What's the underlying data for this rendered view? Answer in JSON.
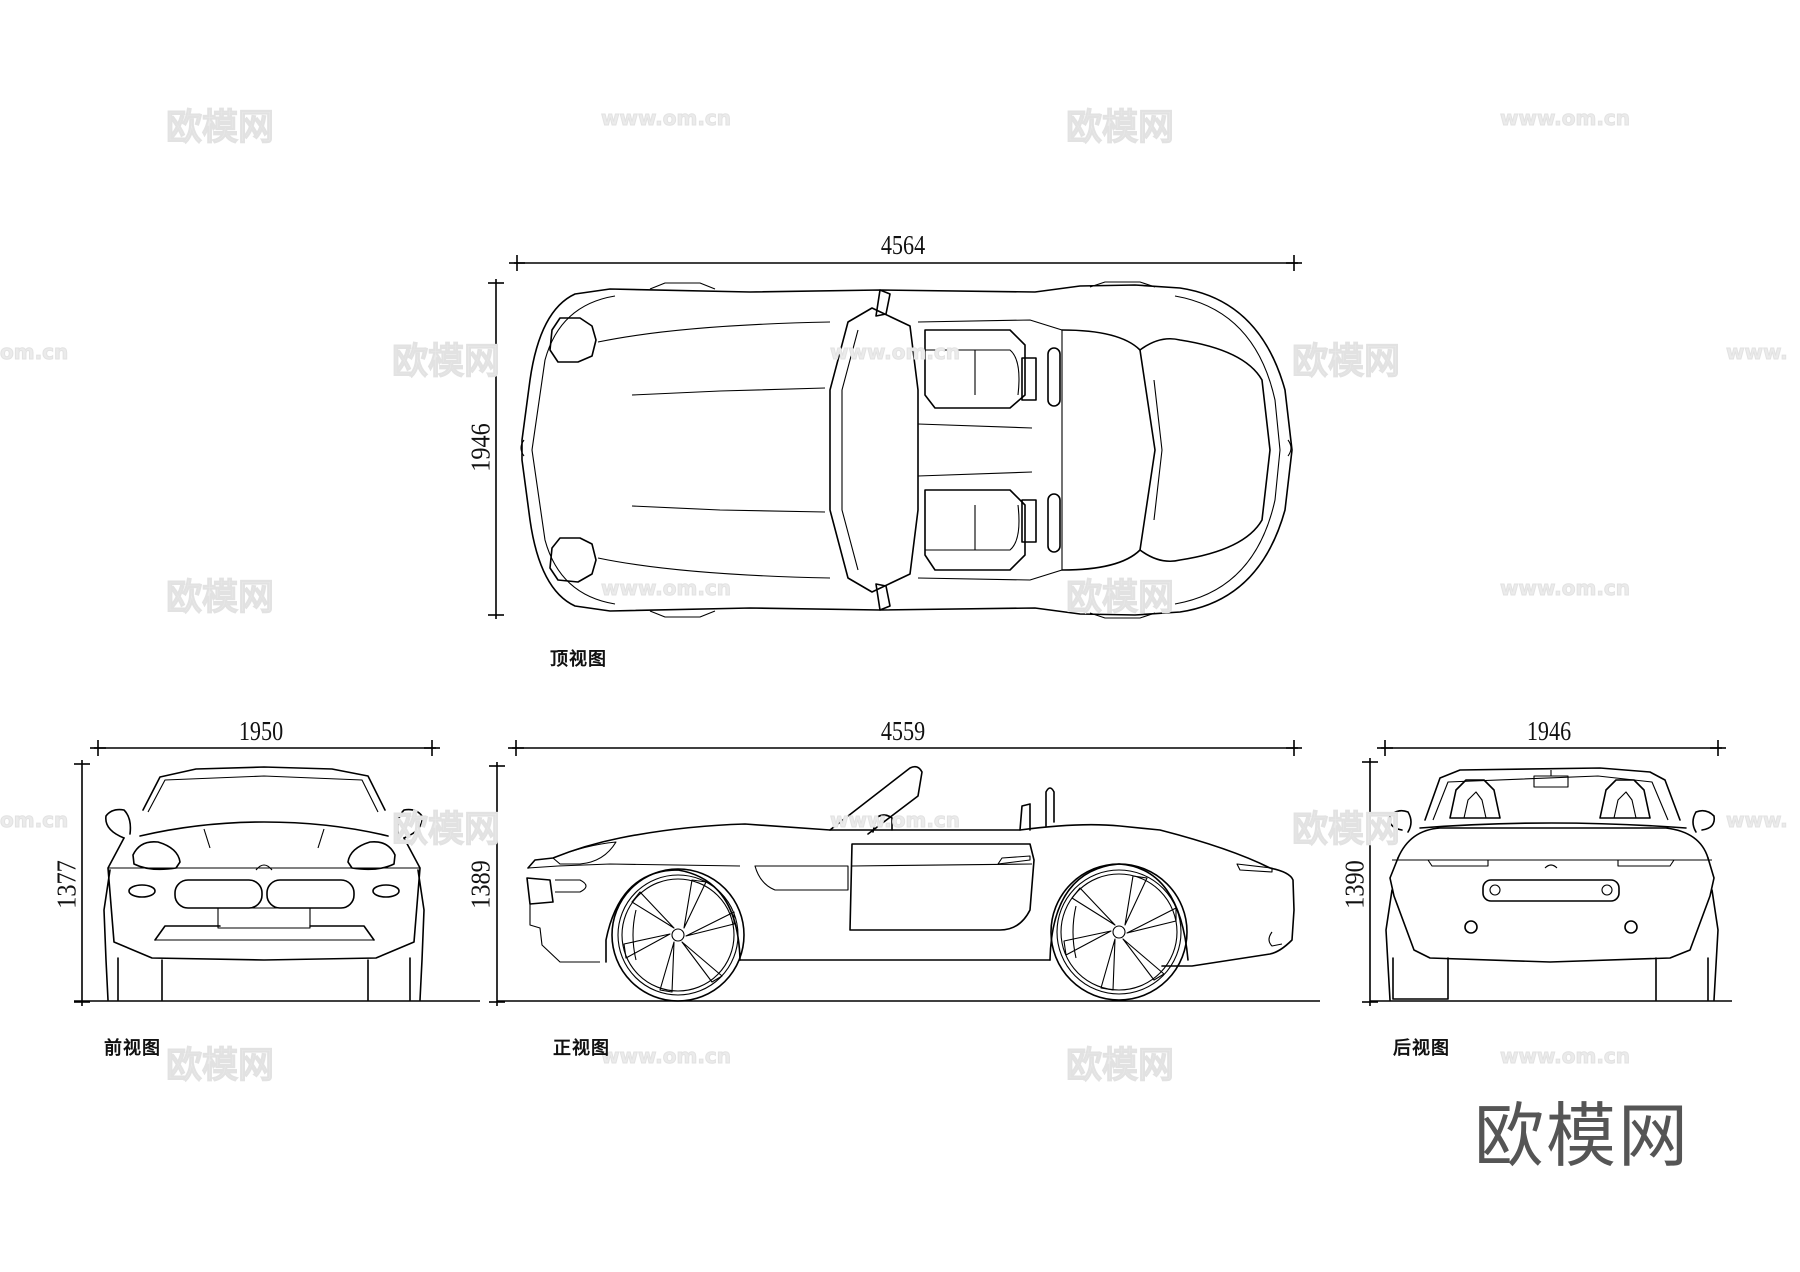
{
  "drawing": {
    "subject": "Convertible roadster orthographic dimension drawing",
    "colors": {
      "line": "#000000",
      "background": "#ffffff",
      "watermark": "#e8e8e8",
      "logo": "#555555"
    }
  },
  "views": {
    "top": {
      "caption": "顶视图",
      "length_label": "4564",
      "width_label": "1946"
    },
    "front": {
      "caption": "前视图",
      "width_label": "1950",
      "height_label": "1377"
    },
    "side": {
      "caption": "正视图",
      "length_label": "4559",
      "height_label": "1389"
    },
    "rear": {
      "caption": "后视图",
      "width_label": "1946",
      "height_label": "1390"
    }
  },
  "watermarks": {
    "brand": "欧模网",
    "url": "www.om.cn",
    "url_partial_left": "om.cn",
    "url_partial_right": "www."
  },
  "logo": {
    "text": "欧模网"
  }
}
